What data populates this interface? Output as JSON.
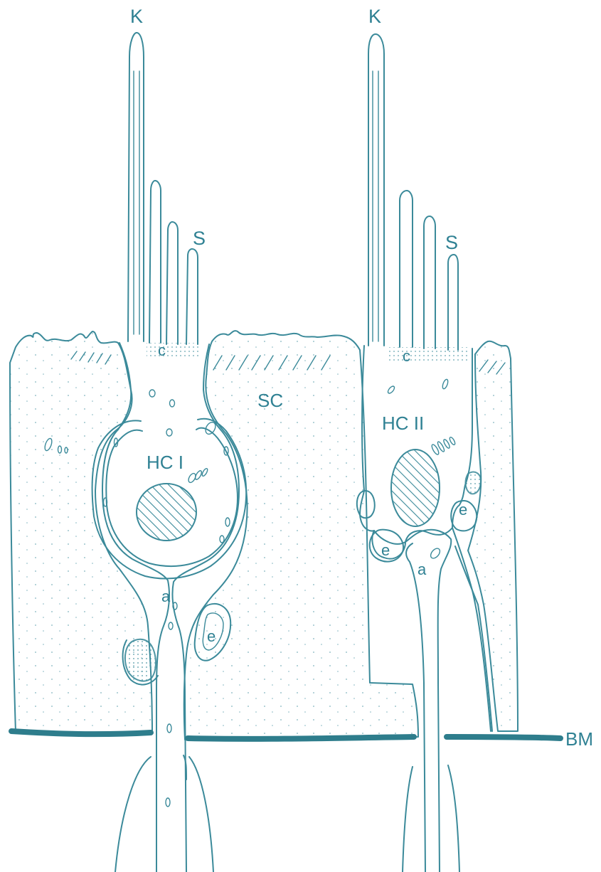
{
  "labels": {
    "k_left": "K",
    "k_right": "K",
    "s_left": "S",
    "s_right": "S",
    "c_left": "c",
    "c_right": "c",
    "sc": "SC",
    "hc1": "HC I",
    "hc2": "HC II",
    "a_left": "a",
    "a_right": "a",
    "e_left": "e",
    "e_right_upper": "e",
    "e_right_lower": "e",
    "bm": "BM"
  },
  "colors": {
    "ink": "#3b8a9a",
    "label": "#2f8193",
    "membrane": "#2e7d8c"
  }
}
